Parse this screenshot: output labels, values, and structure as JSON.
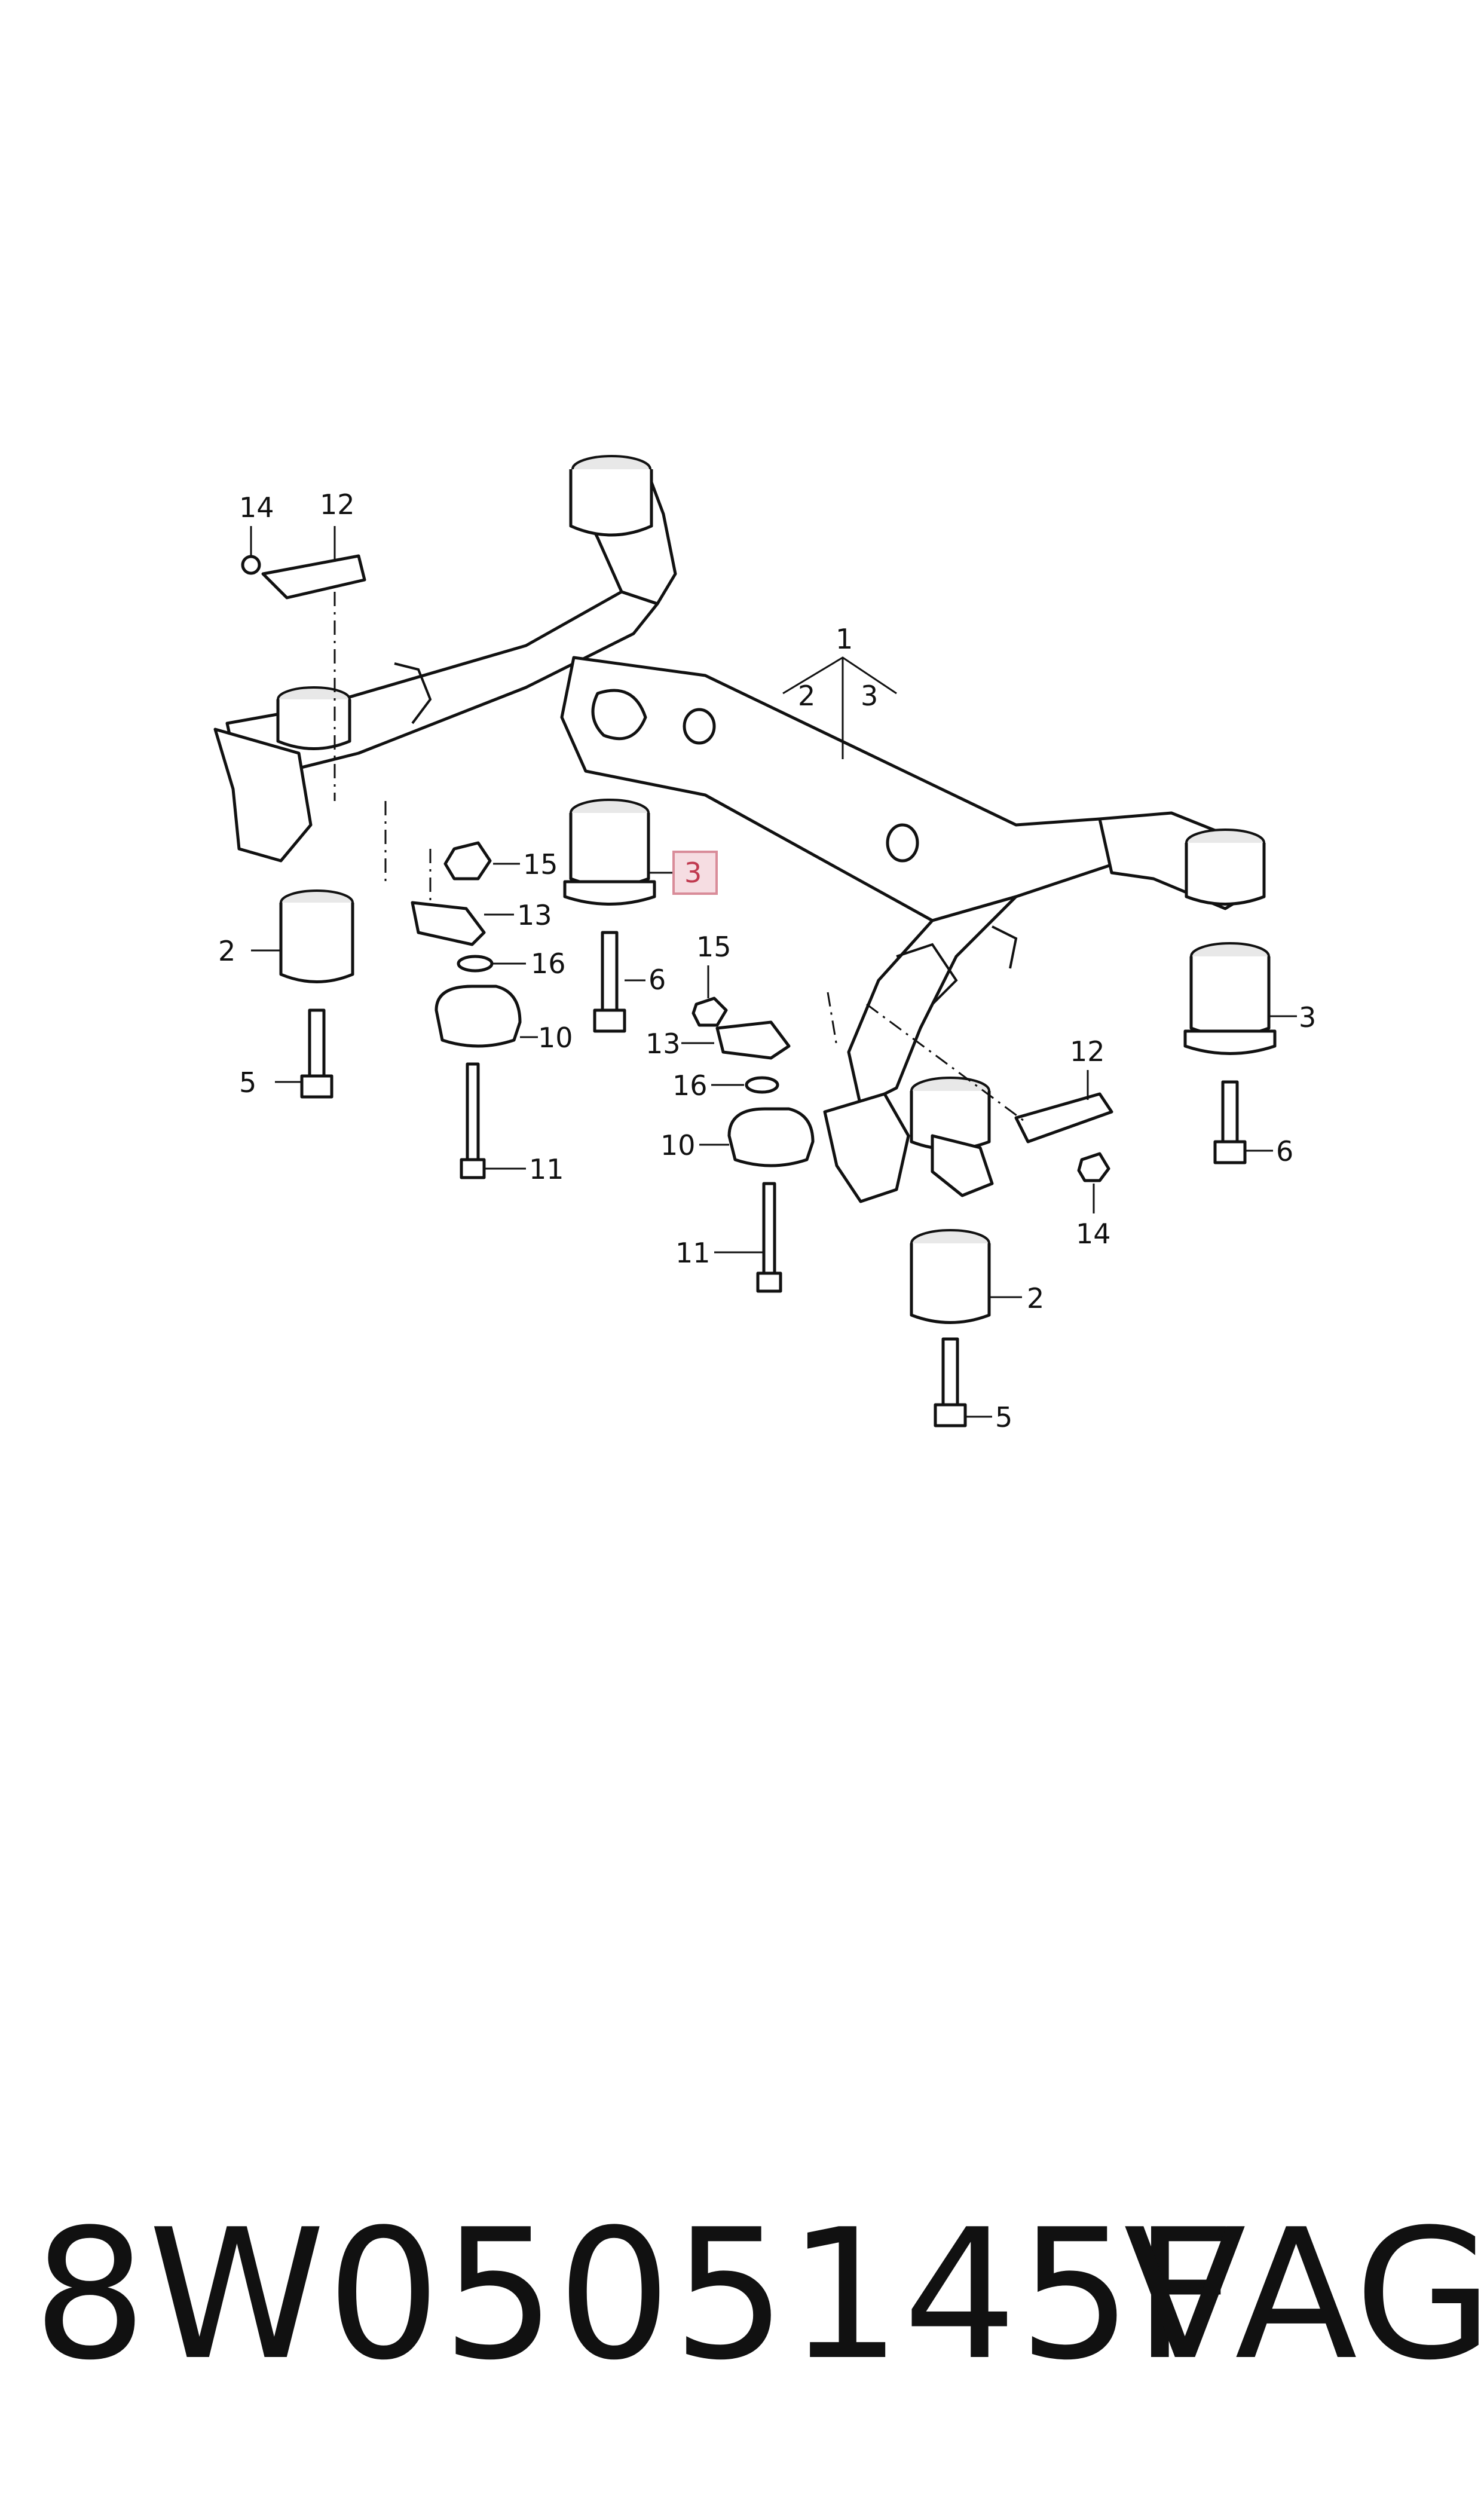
{
  "callouts": {
    "c1": "1",
    "c2_sub": "2",
    "c3_sub": "3",
    "c3_highlight": "3",
    "c3_right": "3",
    "c2_left": "2",
    "c2_bottom": "2",
    "c5_left": "5",
    "c5_bottom": "5",
    "c6_center": "6",
    "c6_right": "6",
    "c10_left": "10",
    "c10_center": "10",
    "c11_left": "11",
    "c11_center": "11",
    "c12_left": "12",
    "c12_right": "12",
    "c13_left": "13",
    "c13_center": "13",
    "c14_left": "14",
    "c14_right": "14",
    "c15_left": "15",
    "c15_center": "15",
    "c16_left": "16",
    "c16_center": "16"
  },
  "footer": {
    "part_number": "8W0505145F",
    "brand": "VAG"
  },
  "colors": {
    "line": "#111111",
    "highlight_fill": "#f6dde2",
    "highlight_stroke": "#d98c99",
    "highlight_text": "#c0394f"
  }
}
